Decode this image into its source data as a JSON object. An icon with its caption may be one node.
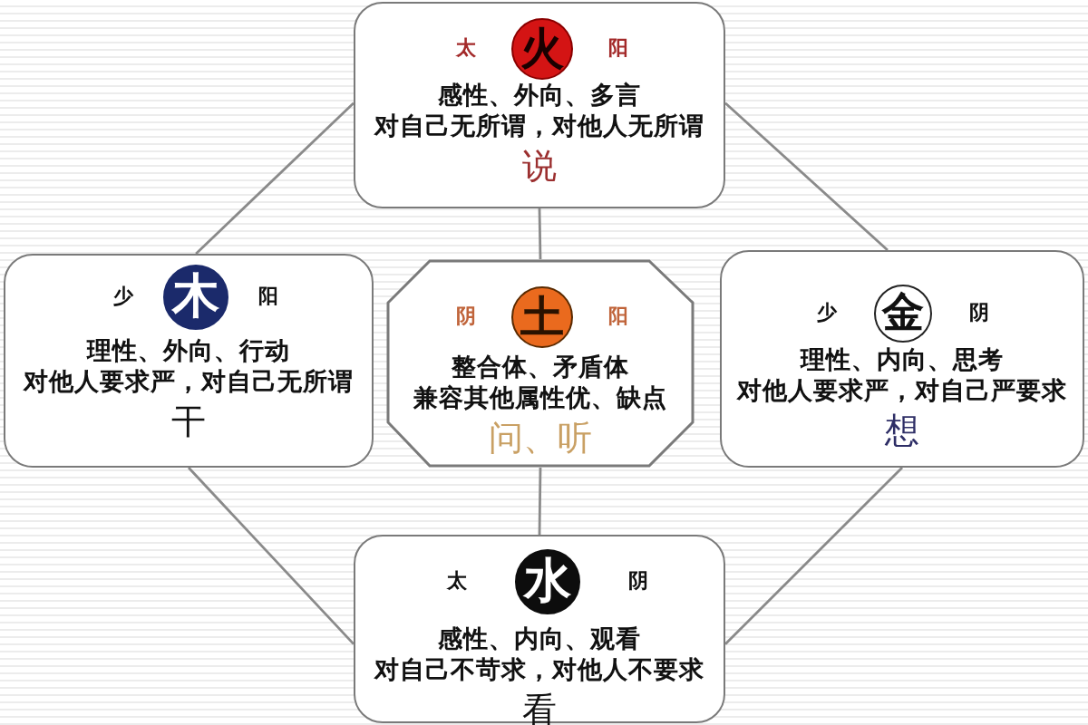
{
  "diagram": {
    "nodes": [
      {
        "text": [
          "太",
          "阳",
          "感性、外向、多言",
          "对自己无所谓，对他人无所谓",
          "说"
        ]
      },
      {
        "text": [
          "火"
        ],
        "in": 0
      },
      {
        "text": [
          "少",
          "阳",
          "理性、外向、行动",
          "对他人要求严，对自己无所谓",
          "干"
        ]
      },
      {
        "text": [
          "木"
        ],
        "in": 2
      },
      {
        "text": [
          "阴",
          "阳",
          "整合体、矛盾体",
          "兼容其他属性优、缺点",
          "问、听"
        ]
      },
      {
        "text": [
          "土"
        ],
        "in": 4
      },
      {
        "text": [
          "少",
          "阴",
          "理性、内向、思考",
          "对他人要求严，对自己严要求",
          "想"
        ]
      },
      {
        "text": [
          "金"
        ],
        "in": 6
      },
      {
        "text": [
          "太",
          "阴",
          "感性、内向、观看",
          "对自己不苛求，对他人不要求",
          "看"
        ]
      },
      {
        "text": [
          "水"
        ],
        "in": 8
      }
    ],
    "edges": [
      {
        "from": 0,
        "to": 2,
        "arrow": "none"
      },
      {
        "from": 0,
        "to": 6,
        "arrow": "none"
      },
      {
        "from": 0,
        "to": 4,
        "arrow": "none"
      },
      {
        "from": 2,
        "to": 8,
        "arrow": "none"
      },
      {
        "from": 6,
        "to": 8,
        "arrow": "none"
      },
      {
        "from": 4,
        "to": 8,
        "arrow": "none"
      }
    ]
  }
}
